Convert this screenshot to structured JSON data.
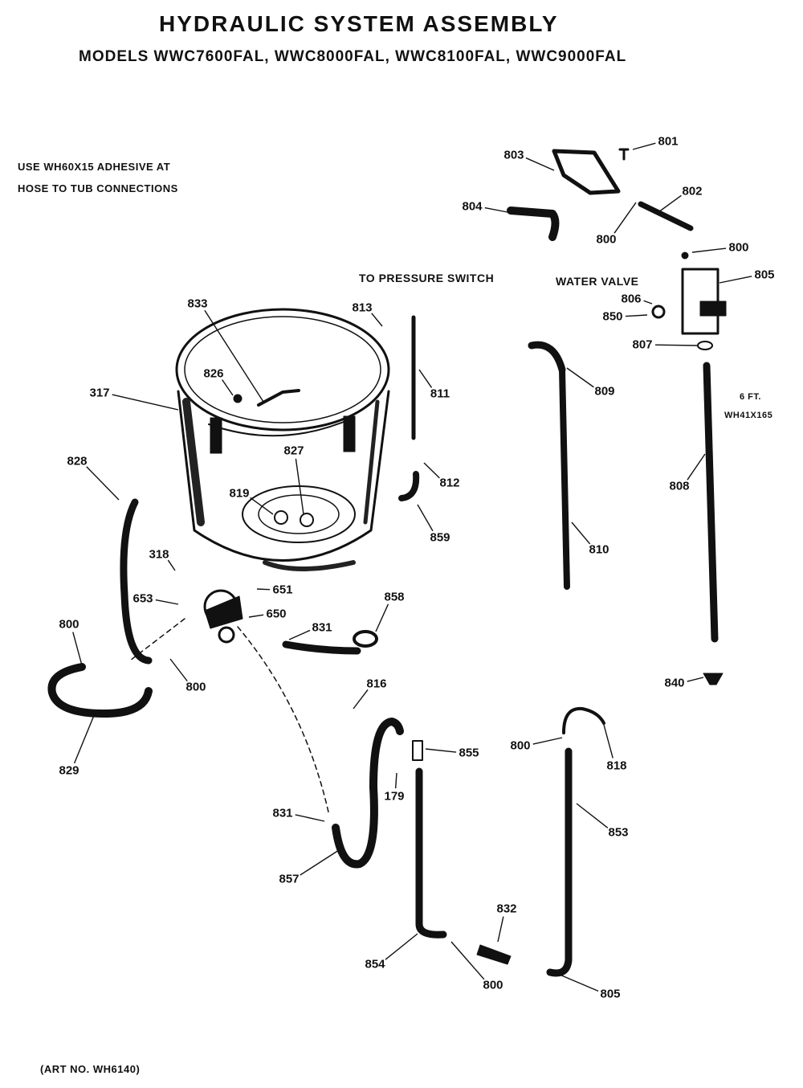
{
  "header": {
    "title": "HYDRAULIC SYSTEM ASSEMBLY",
    "models": "MODELS WWC7600FAL, WWC8000FAL, WWC8100FAL, WWC9000FAL"
  },
  "note": {
    "line1": "USE WH60X15 ADHESIVE AT",
    "line2": "HOSE TO TUB CONNECTIONS"
  },
  "labels": {
    "pressure_switch": "TO PRESSURE SWITCH",
    "water_valve": "WATER VALVE",
    "hose_length": "6 FT.",
    "hose_part": "WH41X165"
  },
  "footer": {
    "art_no": "(ART NO. WH6140)"
  },
  "parts": [
    {
      "id": "p801",
      "num": "801"
    },
    {
      "id": "p803",
      "num": "803"
    },
    {
      "id": "p802",
      "num": "802"
    },
    {
      "id": "p804",
      "num": "804"
    },
    {
      "id": "p800a",
      "num": "800"
    },
    {
      "id": "p800b",
      "num": "800"
    },
    {
      "id": "p805a",
      "num": "805"
    },
    {
      "id": "p806",
      "num": "806"
    },
    {
      "id": "p850",
      "num": "850"
    },
    {
      "id": "p807",
      "num": "807"
    },
    {
      "id": "p813",
      "num": "813"
    },
    {
      "id": "p833",
      "num": "833"
    },
    {
      "id": "p826",
      "num": "826"
    },
    {
      "id": "p317",
      "num": "317"
    },
    {
      "id": "p811",
      "num": "811"
    },
    {
      "id": "p809",
      "num": "809"
    },
    {
      "id": "p827",
      "num": "827"
    },
    {
      "id": "p812",
      "num": "812"
    },
    {
      "id": "p828",
      "num": "828"
    },
    {
      "id": "p819",
      "num": "819"
    },
    {
      "id": "p859",
      "num": "859"
    },
    {
      "id": "p808",
      "num": "808"
    },
    {
      "id": "p810",
      "num": "810"
    },
    {
      "id": "p318",
      "num": "318"
    },
    {
      "id": "p651",
      "num": "651"
    },
    {
      "id": "p653",
      "num": "653"
    },
    {
      "id": "p650",
      "num": "650"
    },
    {
      "id": "p858",
      "num": "858"
    },
    {
      "id": "p831a",
      "num": "831"
    },
    {
      "id": "p800c",
      "num": "800"
    },
    {
      "id": "p800d",
      "num": "800"
    },
    {
      "id": "p840",
      "num": "840"
    },
    {
      "id": "p816",
      "num": "816"
    },
    {
      "id": "p829",
      "num": "829"
    },
    {
      "id": "p800e",
      "num": "800"
    },
    {
      "id": "p818",
      "num": "818"
    },
    {
      "id": "p855",
      "num": "855"
    },
    {
      "id": "p179",
      "num": "179"
    },
    {
      "id": "p831b",
      "num": "831"
    },
    {
      "id": "p853",
      "num": "853"
    },
    {
      "id": "p857",
      "num": "857"
    },
    {
      "id": "p832",
      "num": "832"
    },
    {
      "id": "p854",
      "num": "854"
    },
    {
      "id": "p800f",
      "num": "800"
    },
    {
      "id": "p805b",
      "num": "805"
    }
  ]
}
